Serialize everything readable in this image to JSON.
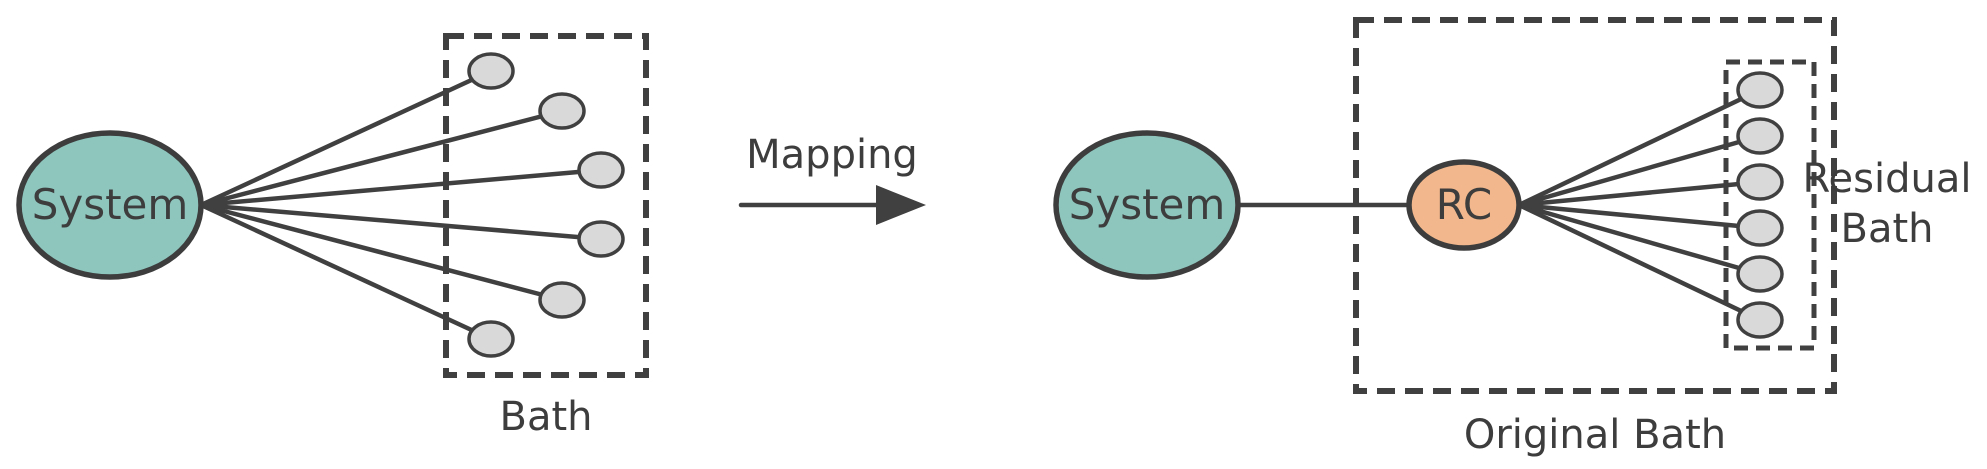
{
  "colors": {
    "system_fill": "#8ec6be",
    "rc_fill": "#f2b78c",
    "mode_fill": "#d9d9d9",
    "stroke": "#404040",
    "text": "#3d3d3d"
  },
  "left": {
    "system_label": "System",
    "bath_label": "Bath",
    "mode_count": 6
  },
  "arrow": {
    "label": "Mapping",
    "icon": "right-arrow-icon"
  },
  "right": {
    "system_label": "System",
    "rc_label": "RC",
    "residual_bath_label_line1": "Residual",
    "residual_bath_label_line2": "Bath",
    "original_bath_label": "Original Bath",
    "mode_count": 6
  }
}
